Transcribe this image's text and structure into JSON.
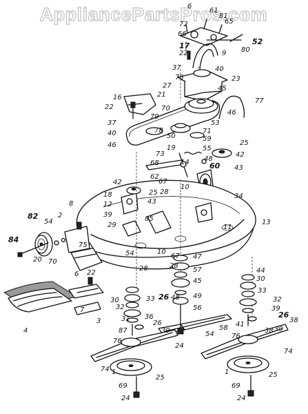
{
  "watermark": "AppliancePartsPros.com",
  "part_labels": [
    "6",
    "72",
    "61",
    "81",
    "65",
    "66",
    "17",
    "52",
    "22",
    "80",
    "9",
    "37",
    "40",
    "75",
    "23",
    "16",
    "27",
    "45",
    "22",
    "21",
    "77",
    "70",
    "46",
    "37",
    "79",
    "53",
    "40",
    "78",
    "71",
    "59",
    "50",
    "25",
    "46",
    "19",
    "55",
    "42",
    "73",
    "48",
    "43",
    "68",
    "14",
    "60",
    "62",
    "67",
    "10",
    "42",
    "28",
    "25",
    "18",
    "34",
    "12",
    "43",
    "39",
    "85",
    "29",
    "11",
    "13",
    "82",
    "54",
    "2",
    "8",
    "84",
    "75",
    "10",
    "20",
    "70",
    "54",
    "28",
    "67",
    "47",
    "57",
    "45",
    "22",
    "6",
    "30",
    "33",
    "28",
    "44",
    "3",
    "32",
    "48",
    "49",
    "30",
    "7",
    "38",
    "56",
    "33",
    "31",
    "32",
    "39",
    "4",
    "26",
    "87",
    "36",
    "26",
    "39",
    "58",
    "76",
    "41",
    "24",
    "26",
    "38",
    "54",
    "39",
    "76",
    "74",
    "74",
    "1",
    "69",
    "25",
    "1",
    "69",
    "25",
    "24",
    "24"
  ]
}
